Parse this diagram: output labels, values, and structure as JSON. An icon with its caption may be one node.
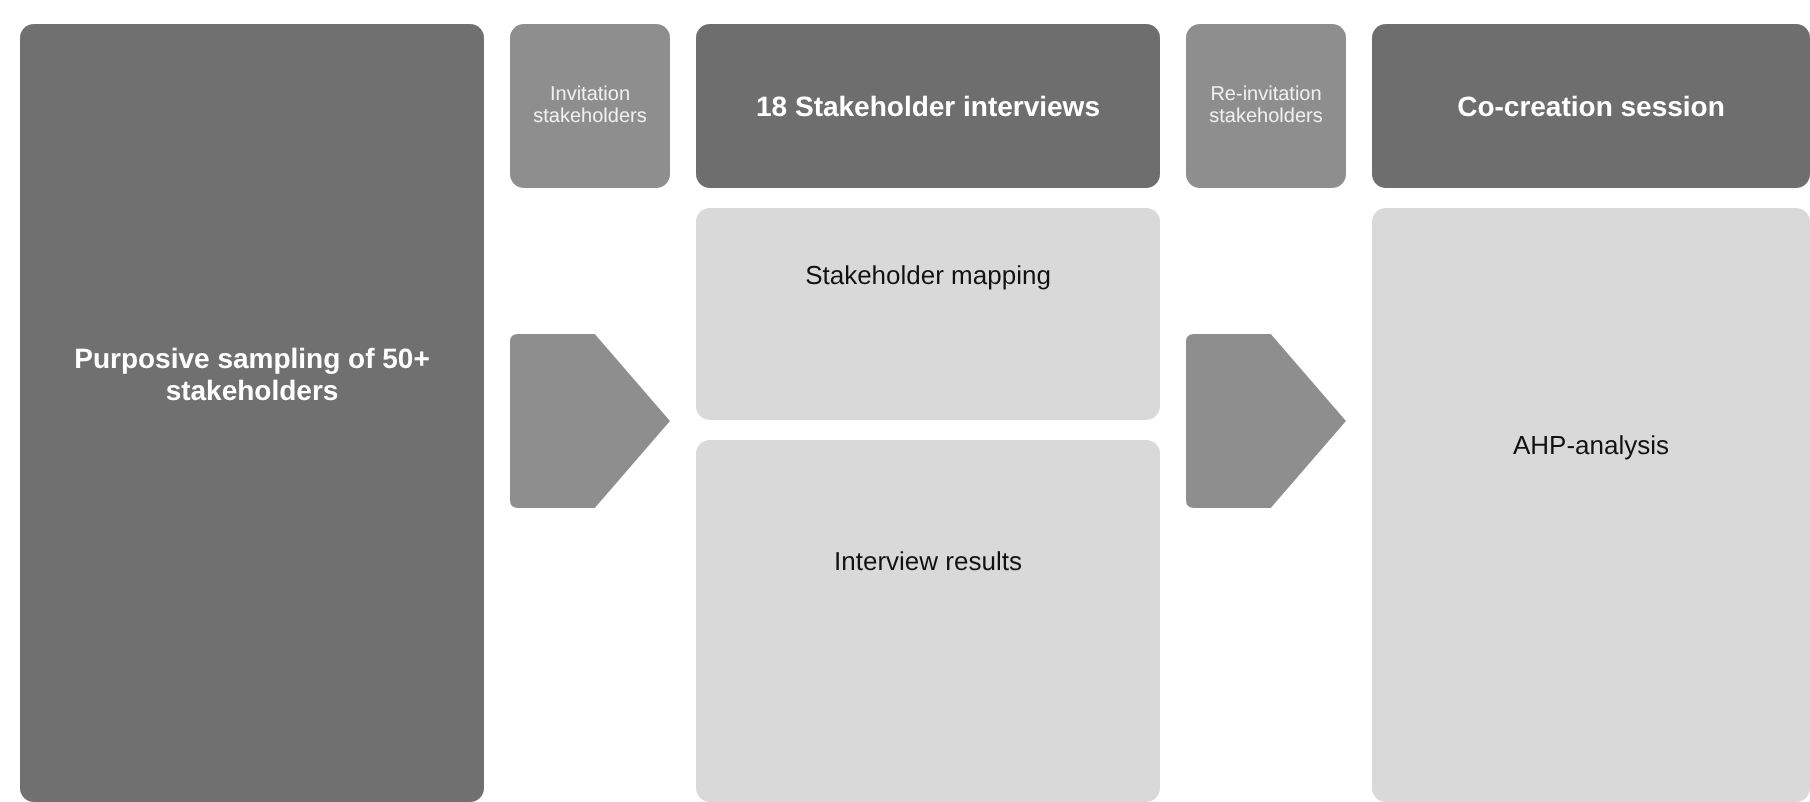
{
  "diagram": {
    "nodes": [
      {
        "text": [
          "Purposive sampling of 50+ stakeholders"
        ]
      },
      {
        "text": [
          "Invitation stakeholders"
        ]
      },
      {
        "text": [
          "18 Stakeholder interviews"
        ]
      },
      {
        "text": [
          "Stakeholder mapping"
        ]
      },
      {
        "text": [
          "Interview results"
        ]
      },
      {
        "text": [
          "Re-invitation stakeholders"
        ]
      },
      {
        "text": [
          "Co-creation session"
        ]
      },
      {
        "text": [
          "AHP-analysis"
        ]
      }
    ],
    "edges": [
      {
        "from": 0,
        "to": 3,
        "arrow": "to"
      },
      {
        "from": 0,
        "to": 4,
        "arrow": "to"
      },
      {
        "from": 3,
        "to": 7,
        "arrow": "to"
      },
      {
        "from": 4,
        "to": 7,
        "arrow": "to"
      }
    ]
  }
}
